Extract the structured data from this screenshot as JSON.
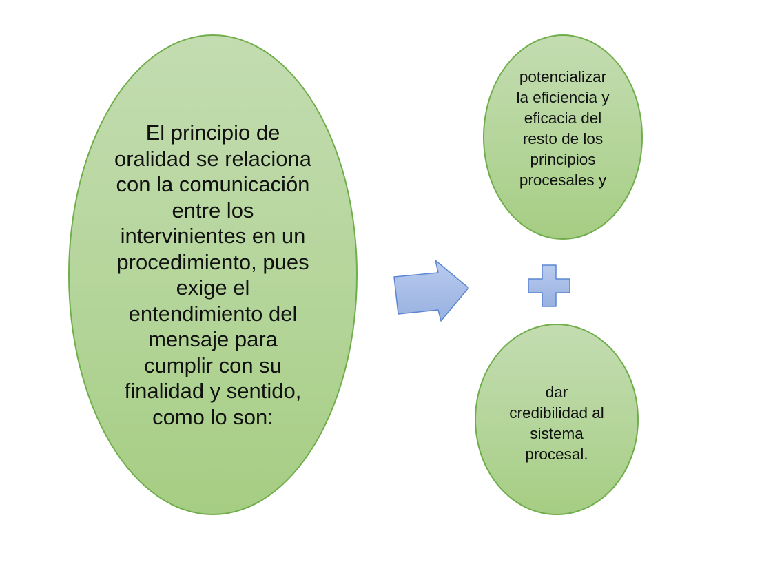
{
  "diagram": {
    "main_text": "El principio de\noralidad se relaciona\ncon la comunicación\nentre los\nintervinientes en un\nprocedimiento, pues\nexige el\nentendimiento del\nmensaje para\ncumplir con su\nfinalidad y sentido,\ncomo lo son:",
    "top_text": "potencializar\nla eficiencia y\neficacia del\nresto de los\nprincipios\nprocesales y",
    "bottom_text": "dar\ncredibilidad al\nsistema\nprocesal.",
    "connector_icon": "arrow-right-icon",
    "join_icon": "plus-icon",
    "colors": {
      "ellipse_fill": "#b4d59a",
      "ellipse_border": "#6fae4a",
      "arrow_fill": "#a9bde6",
      "arrow_border": "#5b86d2",
      "plus_fill": "#a9bde6",
      "plus_border": "#5b86d2"
    }
  }
}
